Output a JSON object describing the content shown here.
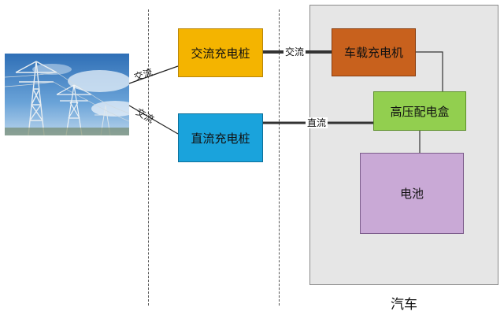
{
  "nodes": {
    "ac_pile": "交流充电桩",
    "dc_pile": "直流充电桩",
    "onboard_charger": "车载充电机",
    "hv_box": "高压配电盒",
    "battery": "电池"
  },
  "edge_labels": {
    "grid_ac": "交流",
    "grid_dc": "交流",
    "ac_link": "交流",
    "dc_link": "直流"
  },
  "vehicle_label": "汽车",
  "images": {
    "power_grid": "power-transmission-towers-photo"
  },
  "colors": {
    "ac_pile": "#f4b400",
    "dc_pile": "#1aa3dc",
    "onboard_charger": "#c8611d",
    "hv_box": "#92cf4f",
    "battery": "#c9a9d6",
    "vehicle_bg": "#e6e6e6"
  }
}
